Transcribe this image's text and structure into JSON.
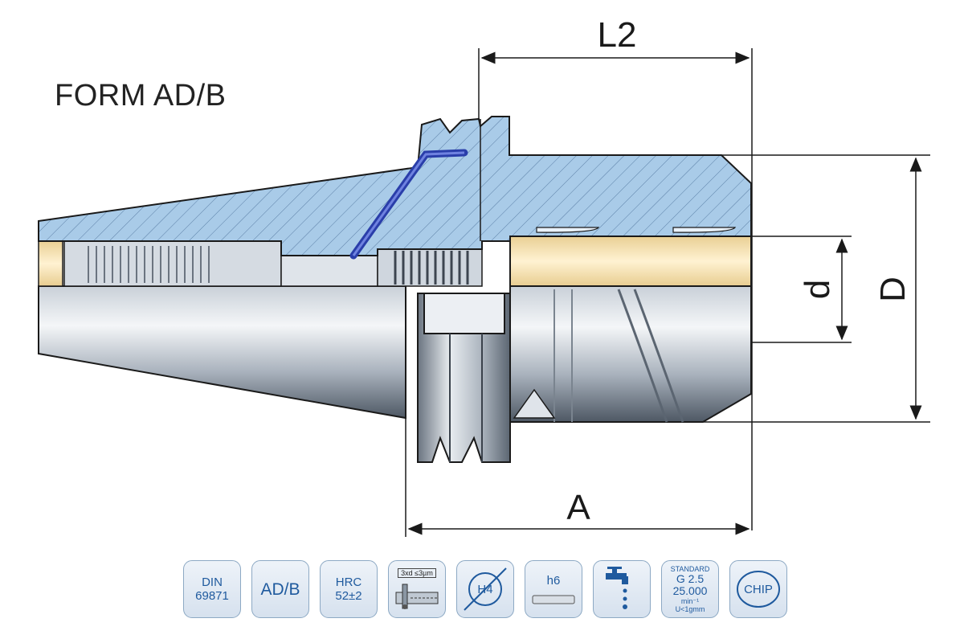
{
  "title": "FORM AD/B",
  "dimensions": {
    "L2": "L2",
    "A": "A",
    "d": "d",
    "D": "D"
  },
  "badges": [
    {
      "id": "din",
      "lines": [
        "DIN",
        "69871"
      ]
    },
    {
      "id": "form",
      "lines": [
        "AD/B"
      ]
    },
    {
      "id": "hrc",
      "lines": [
        "HRC",
        "52±2"
      ]
    },
    {
      "id": "runout",
      "label": "3xd ≤3µm"
    },
    {
      "id": "tolerance-h4",
      "lines": [
        "H4"
      ]
    },
    {
      "id": "tolerance-h6",
      "lines": [
        "h6"
      ]
    },
    {
      "id": "coolant",
      "icon": "coolant-tap-icon"
    },
    {
      "id": "balance",
      "lines": [
        "STANDARD",
        "G 2.5",
        "25.000",
        "min⁻¹",
        "U<1gmm"
      ]
    },
    {
      "id": "chip",
      "lines": [
        "CHIP"
      ]
    }
  ],
  "colors": {
    "section_fill": "#a9cbe8",
    "bore_fill": "#f4dfb0",
    "steel_light": "#e6e9ee",
    "steel_dark": "#5a6470",
    "coolant_channel": "#2a3eaa",
    "badge_text": "#1f5a9e"
  }
}
